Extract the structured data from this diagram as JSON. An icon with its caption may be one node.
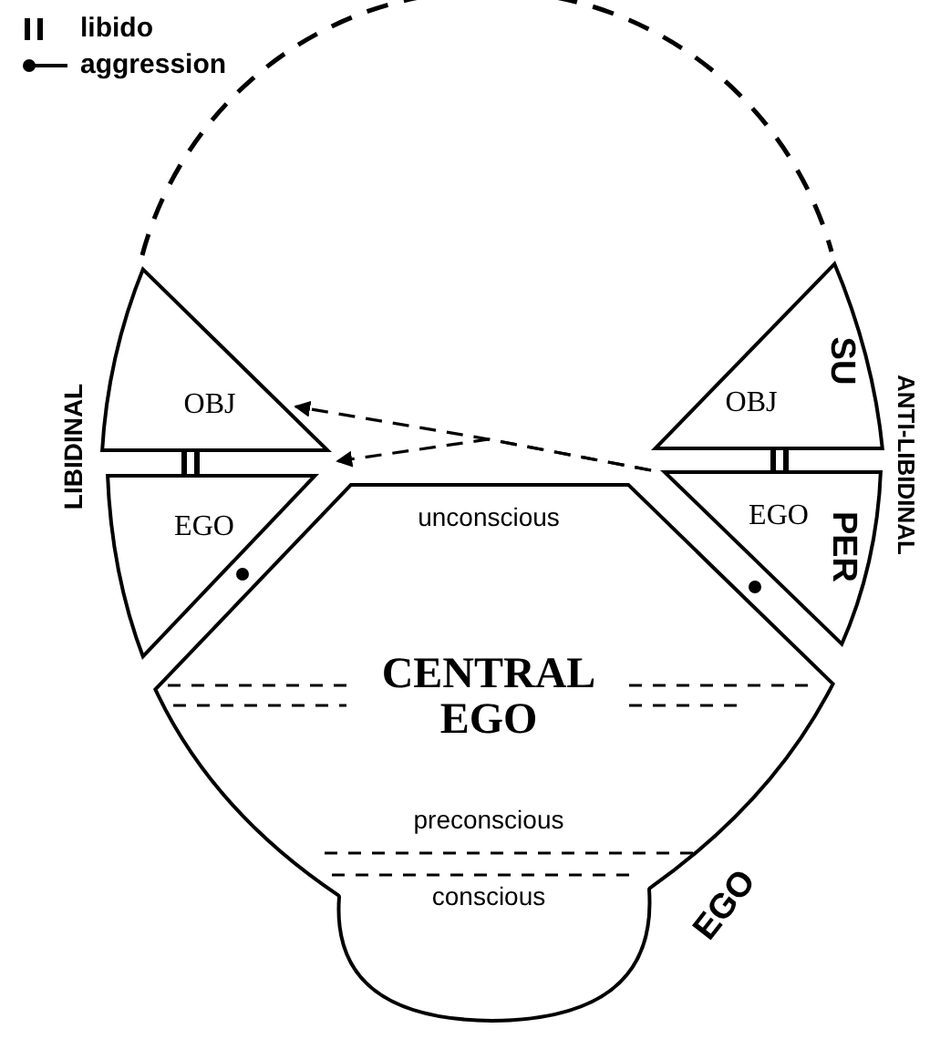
{
  "diagram": {
    "nodes": [
      {
        "text": [
          "OBJ"
        ]
      },
      {
        "text": [
          "EGO"
        ]
      },
      {
        "text": [
          "OBJ"
        ]
      },
      {
        "text": [
          "EGO"
        ]
      },
      {
        "text": [
          "unconscious",
          "CENTRAL EGO",
          "preconscious",
          "conscious"
        ]
      }
    ],
    "edges": [
      {
        "from": 3,
        "to": 0,
        "arrow": "to",
        "style": "dashed"
      },
      {
        "from": 3,
        "to": 1,
        "arrow": "to",
        "style": "dashed"
      }
    ],
    "labels": [
      "LIBIDINAL",
      "ANTI-LIBIDINAL",
      "SU",
      "PER",
      "EGO"
    ],
    "legend": [
      {
        "text": "libido"
      },
      {
        "text": "aggression"
      }
    ]
  }
}
